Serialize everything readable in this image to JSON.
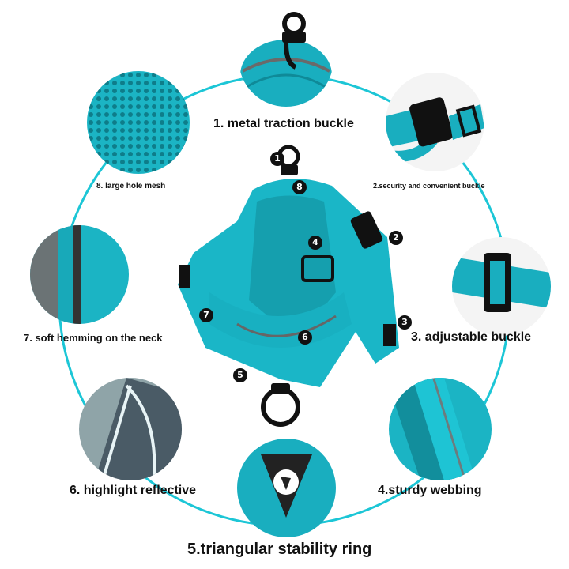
{
  "colors": {
    "accent": "#17b5c6",
    "ring": "#1cc6d6",
    "dark": "#111111",
    "white": "#ffffff"
  },
  "features": [
    {
      "label": "1. metal traction buckle"
    },
    {
      "label": "2.security and convenient buckle"
    },
    {
      "label": "3. adjustable buckle"
    },
    {
      "label": "4.sturdy webbing"
    },
    {
      "label": "5.triangular stability ring"
    },
    {
      "label": "6. highlight reflective"
    },
    {
      "label": "7. soft hemming on the neck"
    },
    {
      "label": "8. large hole mesh"
    }
  ],
  "badges": [
    "1",
    "2",
    "3",
    "4",
    "5",
    "6",
    "7",
    "8"
  ],
  "icons": {
    "hook": "metal-hook-icon",
    "buckle": "plastic-buckle-icon",
    "ring": "d-ring-icon"
  }
}
